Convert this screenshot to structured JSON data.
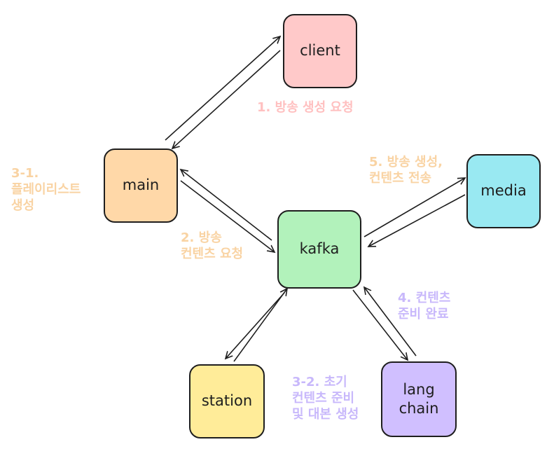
{
  "colors": {
    "stroke": "#1e1e1e",
    "client_fill": "#ffc9c9",
    "main_fill": "#ffd8a8",
    "kafka_fill": "#b2f2bb",
    "media_fill": "#99e9f2",
    "station_fill": "#ffec99",
    "langchain_fill": "#d0bfff",
    "label_red": "#ffc0c0",
    "label_orange": "#f9d3a3",
    "label_purple": "#c8b8fb"
  },
  "nodes": {
    "client": "client",
    "main": "main",
    "kafka": "kafka",
    "media": "media",
    "station": "station",
    "langchain": [
      "lang",
      "chain"
    ]
  },
  "labels": {
    "step1": [
      "1. 방송 생성 요청"
    ],
    "step2": [
      "2. 방송",
      "컨텐츠 요청"
    ],
    "step3_1": [
      "3-1.",
      "플레이리스트",
      "생성"
    ],
    "step3_2": [
      "3-2. 초기",
      "컨텐츠 준비",
      "및 대본 생성"
    ],
    "step4": [
      "4. 컨텐츠",
      "준비 완료"
    ],
    "step5": [
      "5. 방송 생성,",
      "컨텐츠 전송"
    ]
  }
}
